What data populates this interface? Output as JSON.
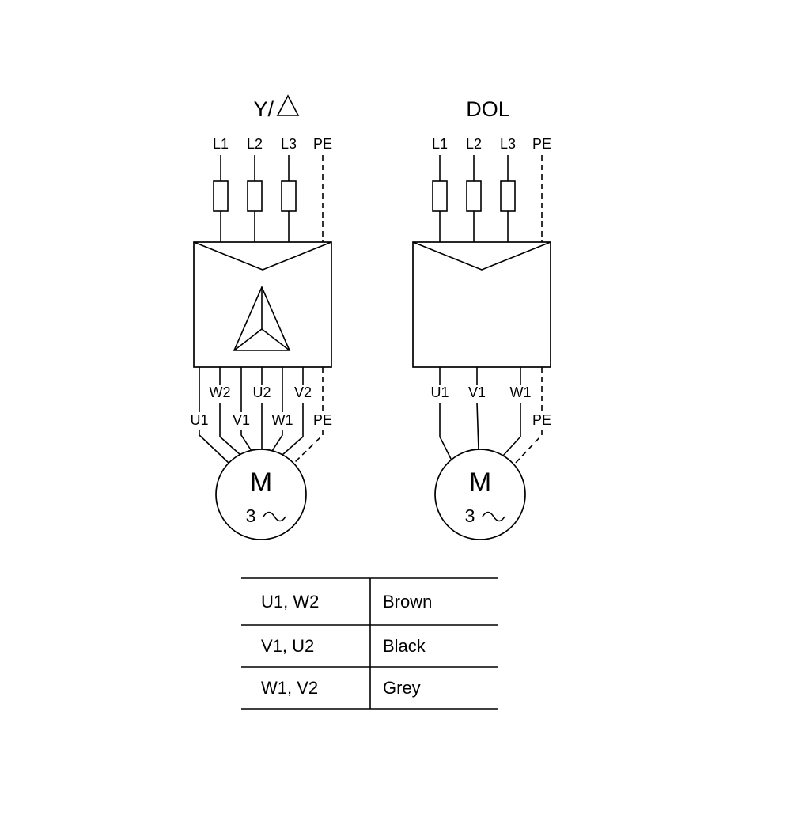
{
  "left_diagram": {
    "title_prefix": "Y/",
    "terminals": [
      "L1",
      "L2",
      "L3",
      "PE"
    ],
    "winding_labels_row1": [
      "W2",
      "U2",
      "V2"
    ],
    "winding_labels_row2": [
      "U1",
      "V1",
      "W1",
      "PE"
    ],
    "motor": {
      "letter": "M",
      "phases": "3"
    }
  },
  "right_diagram": {
    "title": "DOL",
    "terminals": [
      "L1",
      "L2",
      "L3",
      "PE"
    ],
    "winding_labels": [
      "U1",
      "V1",
      "W1"
    ],
    "pe_label": "PE",
    "motor": {
      "letter": "M",
      "phases": "3"
    }
  },
  "color_table": {
    "rows": [
      {
        "terminals": "U1, W2",
        "color": "Brown"
      },
      {
        "terminals": "V1, U2",
        "color": "Black"
      },
      {
        "terminals": "W1, V2",
        "color": "Grey"
      }
    ]
  },
  "colors": {
    "line": "#000000",
    "background": "#ffffff"
  }
}
